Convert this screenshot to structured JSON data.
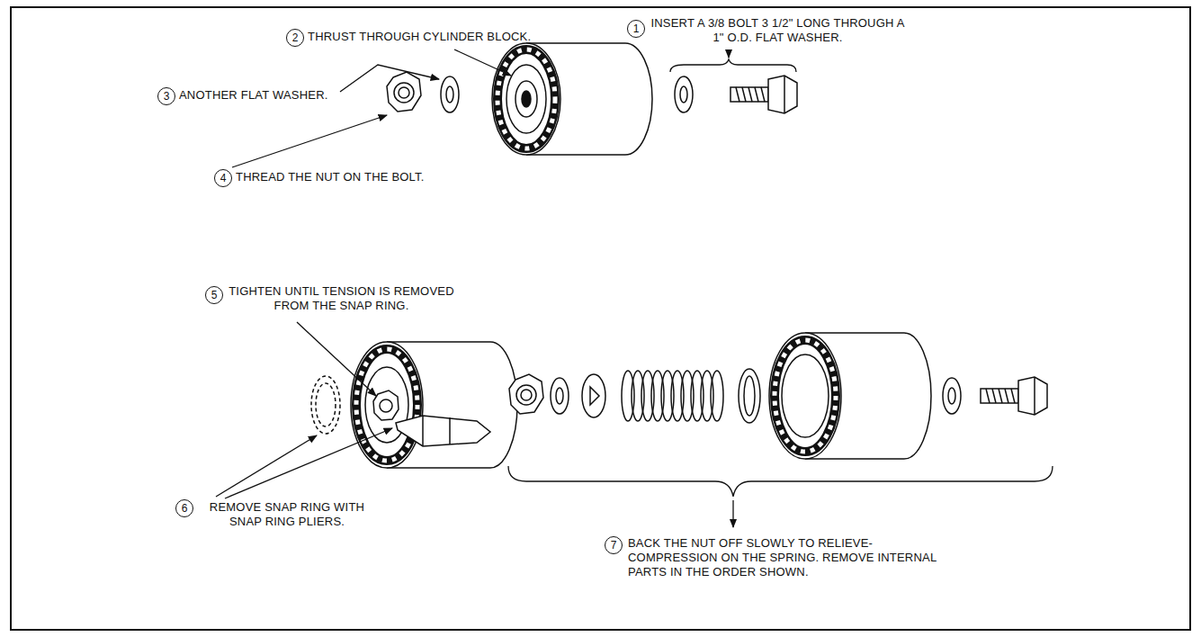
{
  "diagram": {
    "labels": [
      "1",
      "INSERT A 3/8 BOLT 3 1/2\" LONG THROUGH A 1\" O.D. FLAT WASHER.",
      "2",
      "THRUST THROUGH CYLINDER BLOCK.",
      "3",
      "ANOTHER FLAT WASHER.",
      "4",
      "THREAD THE NUT ON THE BOLT.",
      "5",
      "TIGHTEN UNTIL TENSION IS REMOVED FROM THE SNAP RING.",
      "6",
      "REMOVE SNAP RING WITH SNAP RING PLIERS.",
      "7",
      "BACK THE NUT OFF SLOWLY TO RELIEVE-COMPRESSION ON THE SPRING. REMOVE INTERNAL PARTS IN THE ORDER SHOWN."
    ]
  }
}
